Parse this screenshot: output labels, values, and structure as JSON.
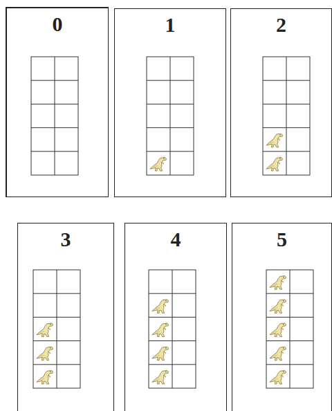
{
  "diagram": {
    "nodes": [
      {
        "text": [
          "0"
        ]
      },
      {
        "text": [
          "1"
        ]
      },
      {
        "text": [
          "2"
        ]
      },
      {
        "text": [
          "3"
        ]
      },
      {
        "text": [
          "4"
        ]
      },
      {
        "text": [
          "5"
        ]
      }
    ]
  }
}
